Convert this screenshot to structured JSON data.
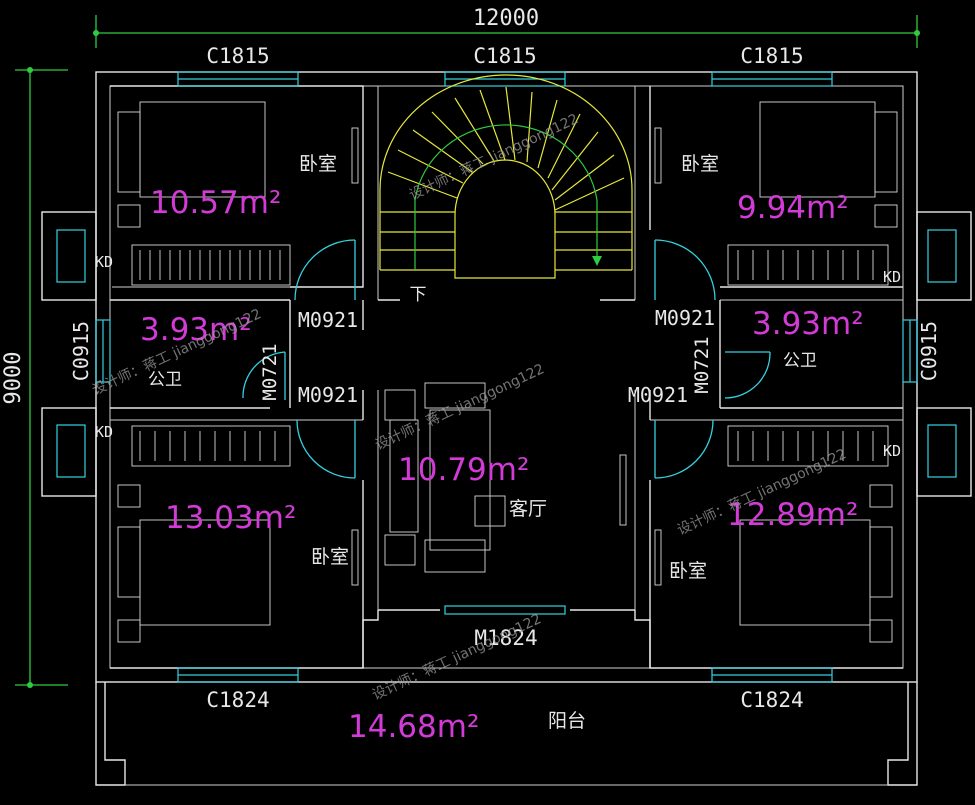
{
  "dimensions": {
    "total_width": "12000",
    "total_height": "9000"
  },
  "windows": {
    "top_left": "C1815",
    "top_mid": "C1815",
    "top_right": "C1815",
    "left": "C0915",
    "right": "C0915",
    "bottom_left": "C1824",
    "bottom_right": "C1824"
  },
  "doors": {
    "tl_door": "M0921",
    "ml_door": "M0921",
    "tr_door": "M0921",
    "mr_door": "M0921",
    "left_bath_door": "M0721",
    "right_bath_door": "M0721",
    "entry_door": "M1824"
  },
  "ac_labels": {
    "kd": "KD"
  },
  "rooms": {
    "bedroom_tl": {
      "name": "卧室",
      "area": "10.57m²"
    },
    "bedroom_tr": {
      "name": "卧室",
      "area": "9.94m²"
    },
    "bath_left": {
      "name": "公卫",
      "area": "3.93m²"
    },
    "bath_right": {
      "name": "公卫",
      "area": "3.93m²"
    },
    "living": {
      "name": "客厅",
      "area": "10.79m²"
    },
    "bedroom_bl": {
      "name": "卧室",
      "area": "13.03m²"
    },
    "bedroom_br": {
      "name": "卧室",
      "area": "12.89m²"
    },
    "balcony": {
      "name": "阳台",
      "area": "14.68m²"
    }
  },
  "stair_label": "下",
  "watermark": "设计师：蒋工 jianggong122",
  "colors": {
    "wall": "#e8e8e8",
    "dimension": "#2ecc40",
    "window_door": "#34d1e0",
    "stair": "#e6e83a",
    "area_text": "#d23bd6"
  }
}
